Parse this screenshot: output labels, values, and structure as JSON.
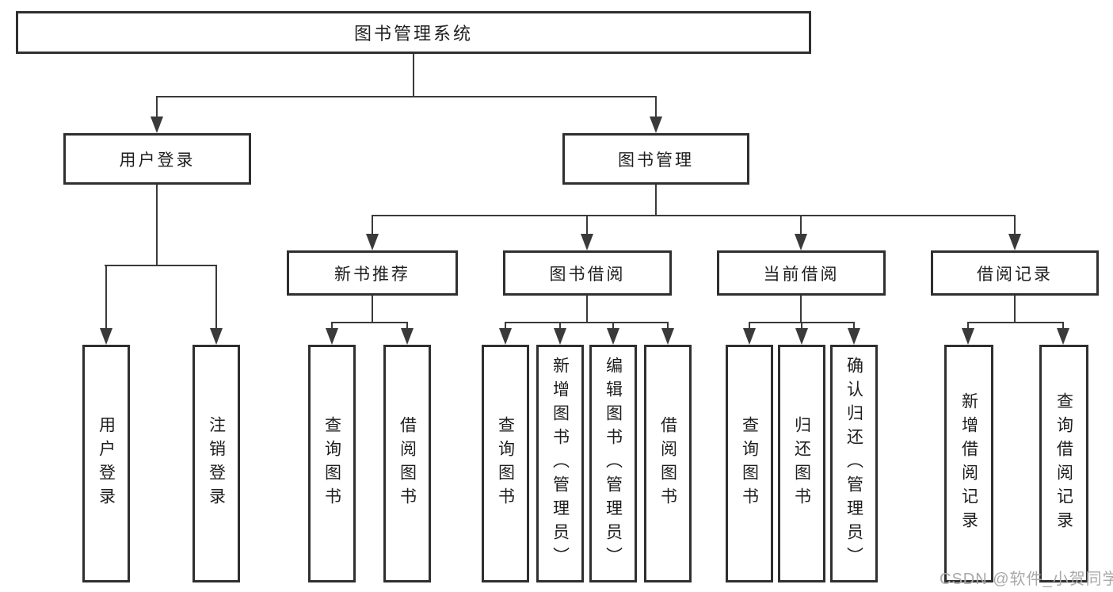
{
  "colors": {
    "background": "#ffffff",
    "line": "#3a3a3a",
    "box_border": "#2f2f2f",
    "text": "#1e1e1e",
    "watermark": "#a9a9a9"
  },
  "diagram": {
    "root": {
      "label": "图书管理系统"
    },
    "level2": [
      {
        "label": "用户登录"
      },
      {
        "label": "图书管理"
      }
    ],
    "level3": [
      {
        "label": "新书推荐"
      },
      {
        "label": "图书借阅"
      },
      {
        "label": "当前借阅"
      },
      {
        "label": "借阅记录"
      }
    ],
    "leaves": {
      "user_login": [
        {
          "label": "用户登录"
        },
        {
          "label": "注销登录"
        }
      ],
      "new_book_recommend": [
        {
          "label": "查询图书"
        },
        {
          "label": "借阅图书"
        }
      ],
      "book_borrowing": [
        {
          "label": "查询图书"
        },
        {
          "label": "新增图书（管理员）"
        },
        {
          "label": "编辑图书（管理员）"
        },
        {
          "label": "借阅图书"
        }
      ],
      "current_borrowing": [
        {
          "label": "查询图书"
        },
        {
          "label": "归还图书"
        },
        {
          "label": "确认归还（管理员）"
        }
      ],
      "borrowing_records": [
        {
          "label": "新增借阅记录"
        },
        {
          "label": "查询借阅记录"
        }
      ]
    }
  },
  "watermark": {
    "text": "CSDN @软件_小贺同学"
  }
}
